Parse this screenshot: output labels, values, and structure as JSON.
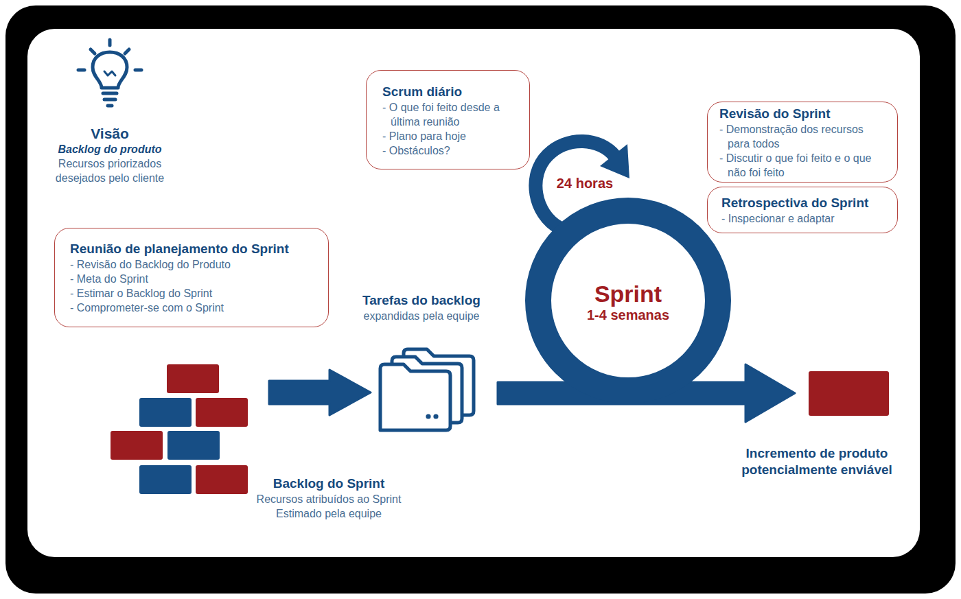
{
  "diagram": {
    "nodes": [
      {
        "text": [
          "Scrum diário",
          "- O que foi feito desde a última reunião",
          "- Plano para hoje",
          "- Obstáculos?"
        ]
      },
      {
        "text": [
          "Revisão do Sprint",
          "- Demonstração dos recursos para todos",
          "- Discutir o que foi feito e o que não foi feito"
        ]
      },
      {
        "text": [
          "Retrospectiva do Sprint",
          "- Inspecionar e adaptar"
        ]
      },
      {
        "text": [
          "Reunião de planejamento do Sprint",
          "- Revisão do Backlog do Produto",
          "- Meta do Sprint",
          "- Estimar o Backlog do Sprint",
          "- Comprometer-se com o Sprint"
        ]
      },
      {
        "text": [
          "Sprint",
          "1-4 semanas"
        ]
      },
      {
        "text": [
          "Tarefas do backlog",
          "expandidas pela equipe"
        ]
      },
      {
        "text": [
          "Backlog do Sprint",
          "Recursos atribuídos ao Sprint Estimado pela equipe"
        ]
      },
      {
        "text": [
          "Incremento de produto potencialmente enviável"
        ]
      }
    ],
    "edges": [
      {
        "from": 6,
        "to": 5,
        "arrow": "to"
      },
      {
        "from": 5,
        "to": 7,
        "arrow": "to"
      }
    ],
    "labels": [
      "Visão",
      "Backlog do produto",
      "Recursos priorizados desejados pelo cliente",
      "24 horas"
    ]
  }
}
